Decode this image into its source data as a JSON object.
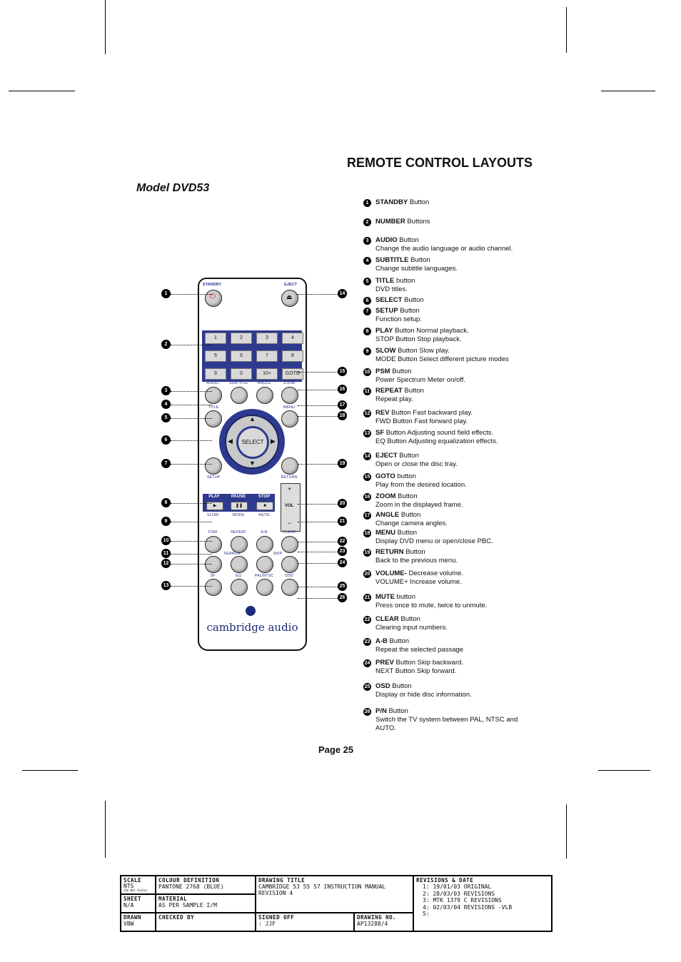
{
  "page_title": "REMOTE CONTROL LAYOUTS",
  "model": "Model DVD53",
  "page_number": "Page 25",
  "legend": [
    {
      "n": "1",
      "label": "STANDBY",
      "rest": " Button",
      "desc": ""
    },
    {
      "n": "2",
      "label": "NUMBER",
      "rest": " Buttons",
      "desc": ""
    },
    {
      "n": "3",
      "label": "AUDIO",
      "rest": " Button",
      "desc": "Change the audio language or audio channel."
    },
    {
      "n": "4",
      "label": "SUBTITLE",
      "rest": " Button",
      "desc": "Change subtitle languages."
    },
    {
      "n": "5",
      "label": "TITLE",
      "rest": " button",
      "desc": "DVD titles."
    },
    {
      "n": "6",
      "label": "SELECT",
      "rest": " Button",
      "desc": ""
    },
    {
      "n": "7",
      "label": "SETUP",
      "rest": " Button",
      "desc": "Function setup."
    },
    {
      "n": "8",
      "label": "PLAY",
      "rest": " Button   Normal playback.",
      "desc": "STOP Button  Stop playback."
    },
    {
      "n": "9",
      "label": "SLOW",
      "rest": " Button  Slow play.",
      "desc": "MODE Button   Select different picture modes"
    },
    {
      "n": "10",
      "label": "PSM",
      "rest": " Button",
      "desc": "Power Spectrum Meter on/off."
    },
    {
      "n": "11",
      "label": "REPEAT",
      "rest": " Button",
      "desc": "Repeat play."
    },
    {
      "n": "12",
      "label": "REV",
      "rest": " Button Fast backward play.",
      "desc": "FWD Button Fast forward play."
    },
    {
      "n": "13",
      "label": "SF",
      "rest": " Button  Adjusting sound field effects.",
      "desc": "EQ Button Adjusting equalization effects."
    },
    {
      "n": "14",
      "label": "EJECT",
      "rest": " Button",
      "desc": "Open or close the disc tray."
    },
    {
      "n": "15",
      "label": "GOTO",
      "rest": " button",
      "desc": "Play from the desired location."
    },
    {
      "n": "16",
      "label": "ZOOM",
      "rest": " Button",
      "desc": "Zoom in the displayed frame."
    },
    {
      "n": "17",
      "label": "ANGLE",
      "rest": " Button",
      "desc": "Change camera angles."
    },
    {
      "n": "18",
      "label": "MENU",
      "rest": " Button",
      "desc": "Display DVD menu or open/close PBC."
    },
    {
      "n": "19",
      "label": "RETURN",
      "rest": " Button",
      "desc": "Back to the previous menu."
    },
    {
      "n": "20",
      "label": "VOLUME-",
      "rest": " Decrease volume.",
      "desc": "VOLUME+ Increase volume."
    },
    {
      "n": "21",
      "label": "MUTE",
      "rest": " button",
      "desc": "Press once to mute, twice to unmute."
    },
    {
      "n": "22",
      "label": "CLEAR",
      "rest": " Button",
      "desc": "Clearing input numbers."
    },
    {
      "n": "23",
      "label": "A-B",
      "rest": " Button",
      "desc": "Repeat the selected passage"
    },
    {
      "n": "24",
      "label": "PREV",
      "rest": " Button  Skip backward.",
      "desc": "NEXT Button  Skip forward."
    },
    {
      "n": "25",
      "label": "OSD",
      "rest": " Button",
      "desc": "Display or hide disc information."
    },
    {
      "n": "26",
      "label": "P/N",
      "rest": " Button",
      "desc": "Switch the TV system between PAL, NTSC and AUTO."
    }
  ],
  "remote": {
    "standby": "STANDBY",
    "eject": "EJECT",
    "numbers": [
      "1",
      "2",
      "3",
      "4",
      "5",
      "6",
      "7",
      "8",
      "9",
      "0",
      "10+",
      "GOTO"
    ],
    "row_labels_1": [
      "AUDIO",
      "SUBTITLE",
      "ANGLE",
      "ZOOM"
    ],
    "title": "TITLE",
    "menu": "MENU",
    "select": "SELECT",
    "setup": "SETUP",
    "return": "RETURN",
    "play": "PLAY",
    "pause": "PAUSE",
    "stop": "STOP",
    "vol": "VOL",
    "row_labels_2": [
      "SLOW",
      "MODE",
      "MUTE"
    ],
    "row_labels_3": [
      "PSM",
      "REPEAT",
      "A-B",
      "CLEAR"
    ],
    "search": "SEARCH",
    "skip": "SKIP",
    "row_labels_4": [
      "SF",
      "EQ",
      "PAL/NTSC",
      "OSD"
    ],
    "brand": "cambridge audio"
  },
  "title_block": {
    "scale_h": "Scale",
    "scale_v": "NTS",
    "scale_sub": "(Do Not Scale)",
    "colour_h": "Colour Definition",
    "colour_v": "Pantone  2768 (blue)",
    "drawing_title_h": "Drawing Title",
    "drawing_title_v1": "Cambridge 53 55 57 instruction manual",
    "drawing_title_v2": "REVISION 4",
    "revisions_h": "Revisions & Date",
    "revisions": [
      "1: 19/01/03 Original",
      "2: 28/03/03 REVISIONS",
      "3: mtk 1379 C revisions",
      "4: 02/03/04 Revisions -VLB",
      "5:"
    ],
    "sheet_h": "Sheet",
    "sheet_v": "N/A",
    "material_h": "Material",
    "material_v": "As Per Sample I/M",
    "drawn_h": "Drawn",
    "drawn_v": "VBW",
    "checked_h": "Checked By",
    "checked_v": "",
    "signed_h": "Signed off",
    "signed_v": ": JJF",
    "drawing_no_h": "Drawing No.",
    "drawing_no_v": "AP13288/4"
  }
}
